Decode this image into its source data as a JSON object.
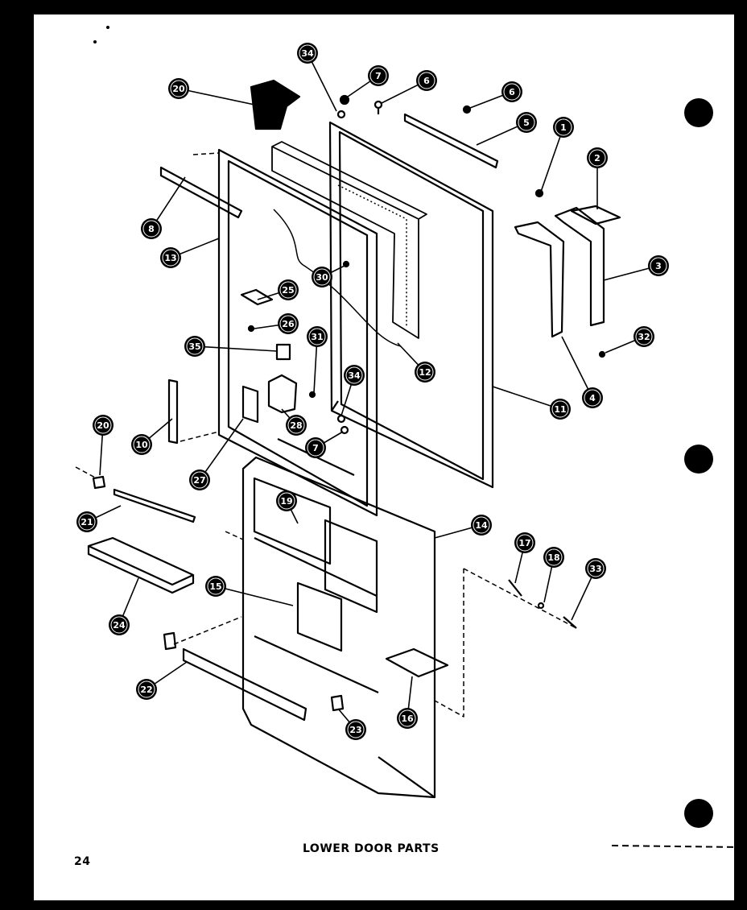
{
  "title": "LOWER DOOR PARTS",
  "page_number": "24",
  "colors": {
    "background": "#000000",
    "paper": "#ffffff",
    "ink": "#000000"
  },
  "callouts": [
    {
      "id": "c1",
      "label": "1"
    },
    {
      "id": "c2",
      "label": "2"
    },
    {
      "id": "c3",
      "label": "3"
    },
    {
      "id": "c4",
      "label": "4"
    },
    {
      "id": "c5",
      "label": "5"
    },
    {
      "id": "c6a",
      "label": "6"
    },
    {
      "id": "c6b",
      "label": "6"
    },
    {
      "id": "c7a",
      "label": "7"
    },
    {
      "id": "c7b",
      "label": "7"
    },
    {
      "id": "c8",
      "label": "8"
    },
    {
      "id": "c10",
      "label": "10"
    },
    {
      "id": "c11",
      "label": "11"
    },
    {
      "id": "c12",
      "label": "12"
    },
    {
      "id": "c13",
      "label": "13"
    },
    {
      "id": "c14",
      "label": "14"
    },
    {
      "id": "c15",
      "label": "15"
    },
    {
      "id": "c16",
      "label": "16"
    },
    {
      "id": "c17",
      "label": "17"
    },
    {
      "id": "c18",
      "label": "18"
    },
    {
      "id": "c19",
      "label": "19"
    },
    {
      "id": "c20a",
      "label": "20"
    },
    {
      "id": "c20b",
      "label": "20"
    },
    {
      "id": "c21",
      "label": "21"
    },
    {
      "id": "c22",
      "label": "22"
    },
    {
      "id": "c23",
      "label": "23"
    },
    {
      "id": "c24",
      "label": "24"
    },
    {
      "id": "c25",
      "label": "25"
    },
    {
      "id": "c26",
      "label": "26"
    },
    {
      "id": "c27",
      "label": "27"
    },
    {
      "id": "c28",
      "label": "28"
    },
    {
      "id": "c30",
      "label": "30"
    },
    {
      "id": "c31",
      "label": "31"
    },
    {
      "id": "c32",
      "label": "32"
    },
    {
      "id": "c33",
      "label": "33"
    },
    {
      "id": "c34a",
      "label": "34"
    },
    {
      "id": "c34b",
      "label": "34"
    },
    {
      "id": "c35",
      "label": "35"
    }
  ]
}
